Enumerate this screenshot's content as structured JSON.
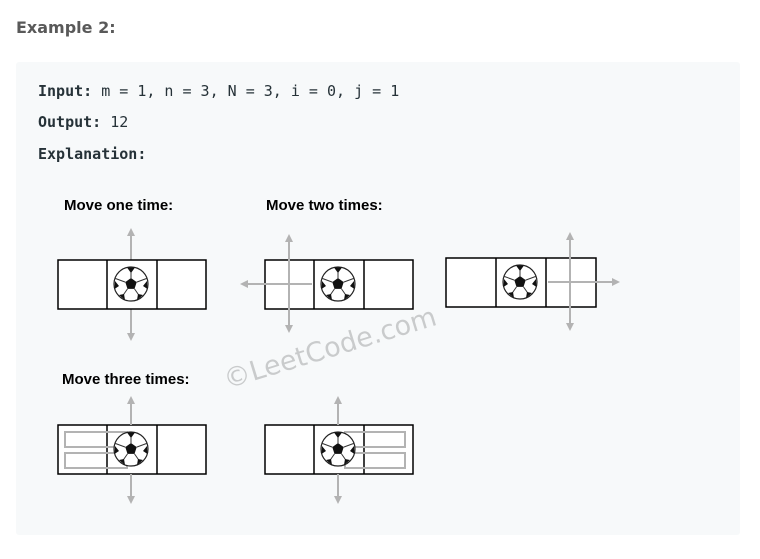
{
  "heading": "Example 2:",
  "input": {
    "label": "Input:",
    "value": " m = 1, n = 3, N = 3, i = 0, j = 1"
  },
  "output": {
    "label": "Output:",
    "value": " 12"
  },
  "explanation": {
    "label": "Explanation:"
  },
  "captions": {
    "move_one": "Move one time:",
    "move_two": "Move two times:",
    "move_three": "Move three times:"
  },
  "watermark": "©LeetCode.com",
  "colors": {
    "arrow": "#b3b3b3",
    "grid": "#000000",
    "panel": "#f7f9fa"
  }
}
